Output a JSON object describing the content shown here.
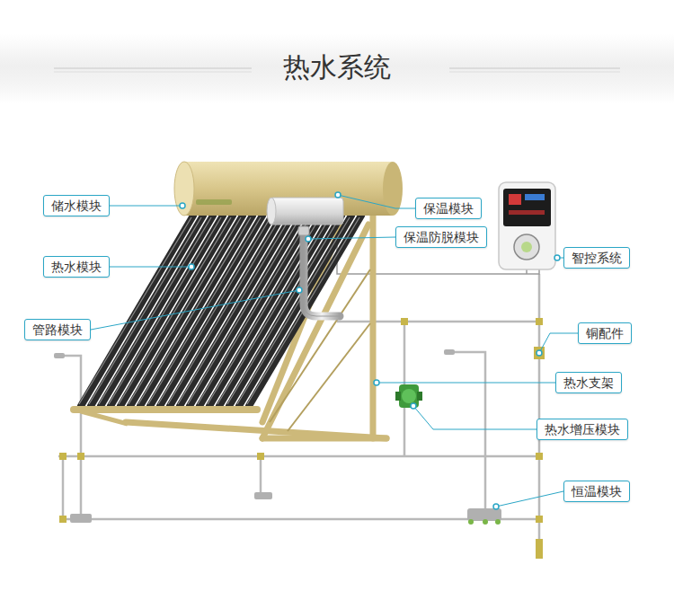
{
  "diagram": {
    "title": "热水系统",
    "nodes": [
      {
        "text": [
          "储水模块"
        ]
      },
      {
        "text": [
          "保温模块"
        ]
      },
      {
        "text": [
          "保温防脱模块"
        ]
      },
      {
        "text": [
          "热水模块"
        ]
      },
      {
        "text": [
          "智控系统"
        ]
      },
      {
        "text": [
          "管路模块"
        ]
      },
      {
        "text": [
          "铜配件"
        ]
      },
      {
        "text": [
          "热水支架"
        ]
      },
      {
        "text": [
          "热水增压模块"
        ]
      },
      {
        "text": [
          "恒温模块"
        ]
      }
    ]
  }
}
